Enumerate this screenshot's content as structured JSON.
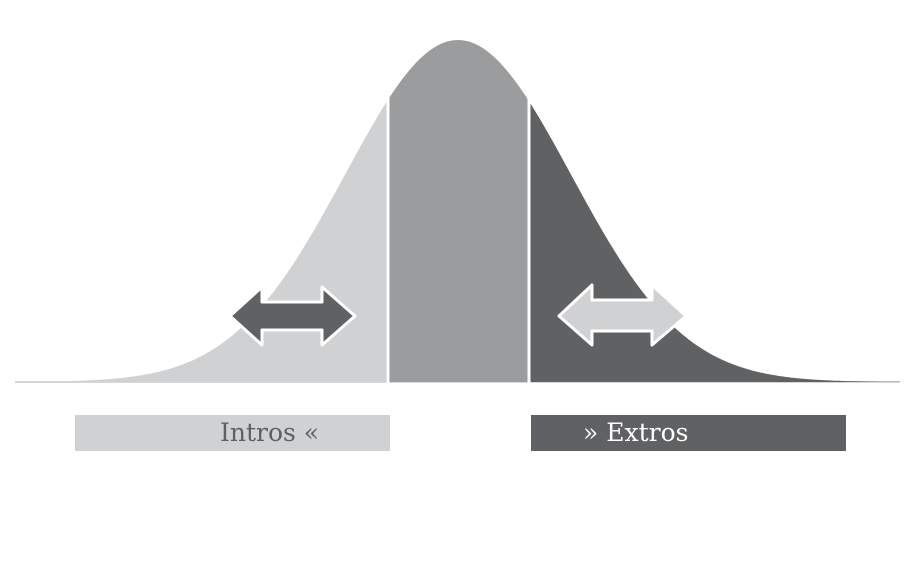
{
  "diagram": {
    "title": "Introvert-extrovert spectrum bell curve",
    "labels": {
      "intros": "Intros «",
      "extros": "» Extros"
    },
    "colors": {
      "light": "#d0d1d3",
      "mid": "#9b9c9e",
      "dark": "#606163",
      "baseline": "#c8c9cb"
    },
    "icons": [
      "double-arrow-icon",
      "double-arrow-icon"
    ]
  }
}
